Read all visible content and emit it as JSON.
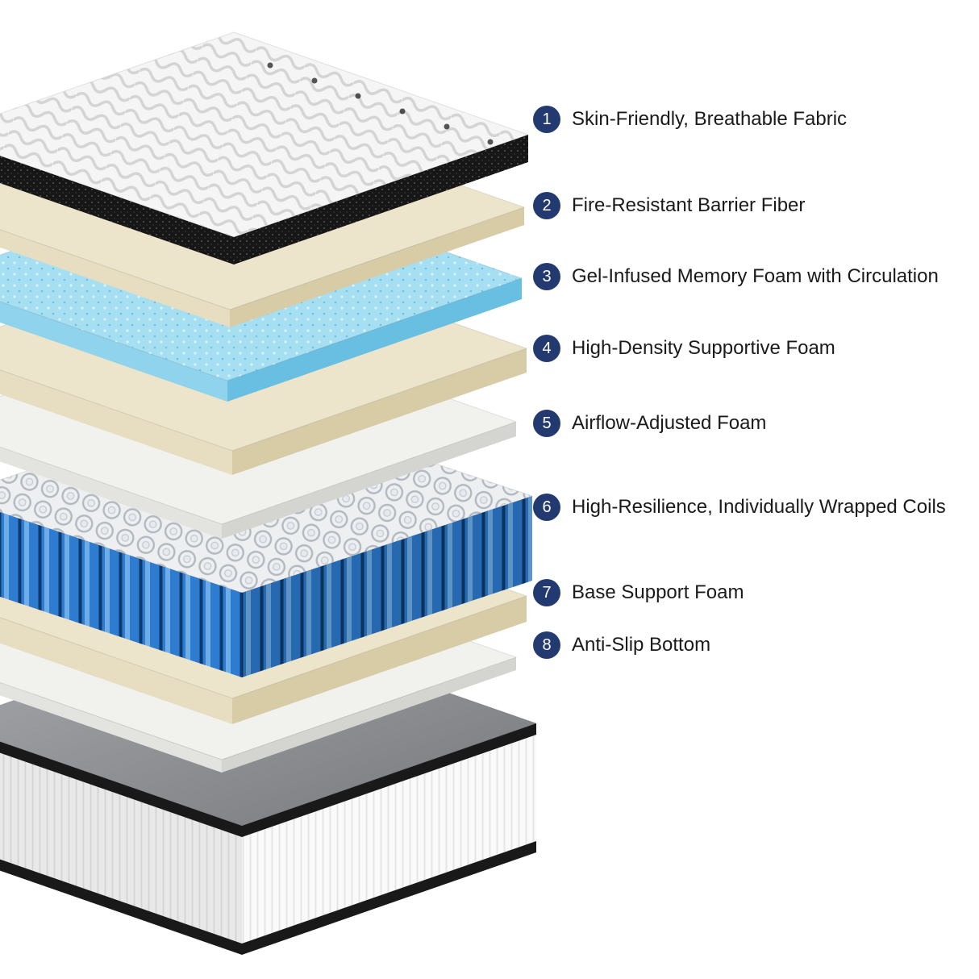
{
  "page": {
    "background": "#ffffff"
  },
  "accent_color": "#223a70",
  "layers": [
    {
      "number": "1",
      "label": "Skin-Friendly, Breathable Fabric"
    },
    {
      "number": "2",
      "label": "Fire-Resistant Barrier Fiber"
    },
    {
      "number": "3",
      "label": "Gel-Infused Memory Foam with Circulation"
    },
    {
      "number": "4",
      "label": "High-Density Supportive Foam"
    },
    {
      "number": "5",
      "label": "Airflow-Adjusted Foam"
    },
    {
      "number": "6",
      "label": "High-Resilience, Individually Wrapped Coils"
    },
    {
      "number": "7",
      "label": "Base Support Foam"
    },
    {
      "number": "8",
      "label": "Anti-Slip Bottom"
    }
  ],
  "illustration": {
    "colors": {
      "fabric_top": "#f5f5f5",
      "fabric_edge": "#161616",
      "foam_cream": "#ece4cb",
      "gel_top": "#a6dff2",
      "foam_white": "#f1f1ee",
      "coil_top": "#edeff1",
      "coil_blue": "#2e7cd0",
      "base_top": "#a8aaae",
      "trim_black": "#191919",
      "side_white": "#fafafa"
    }
  }
}
